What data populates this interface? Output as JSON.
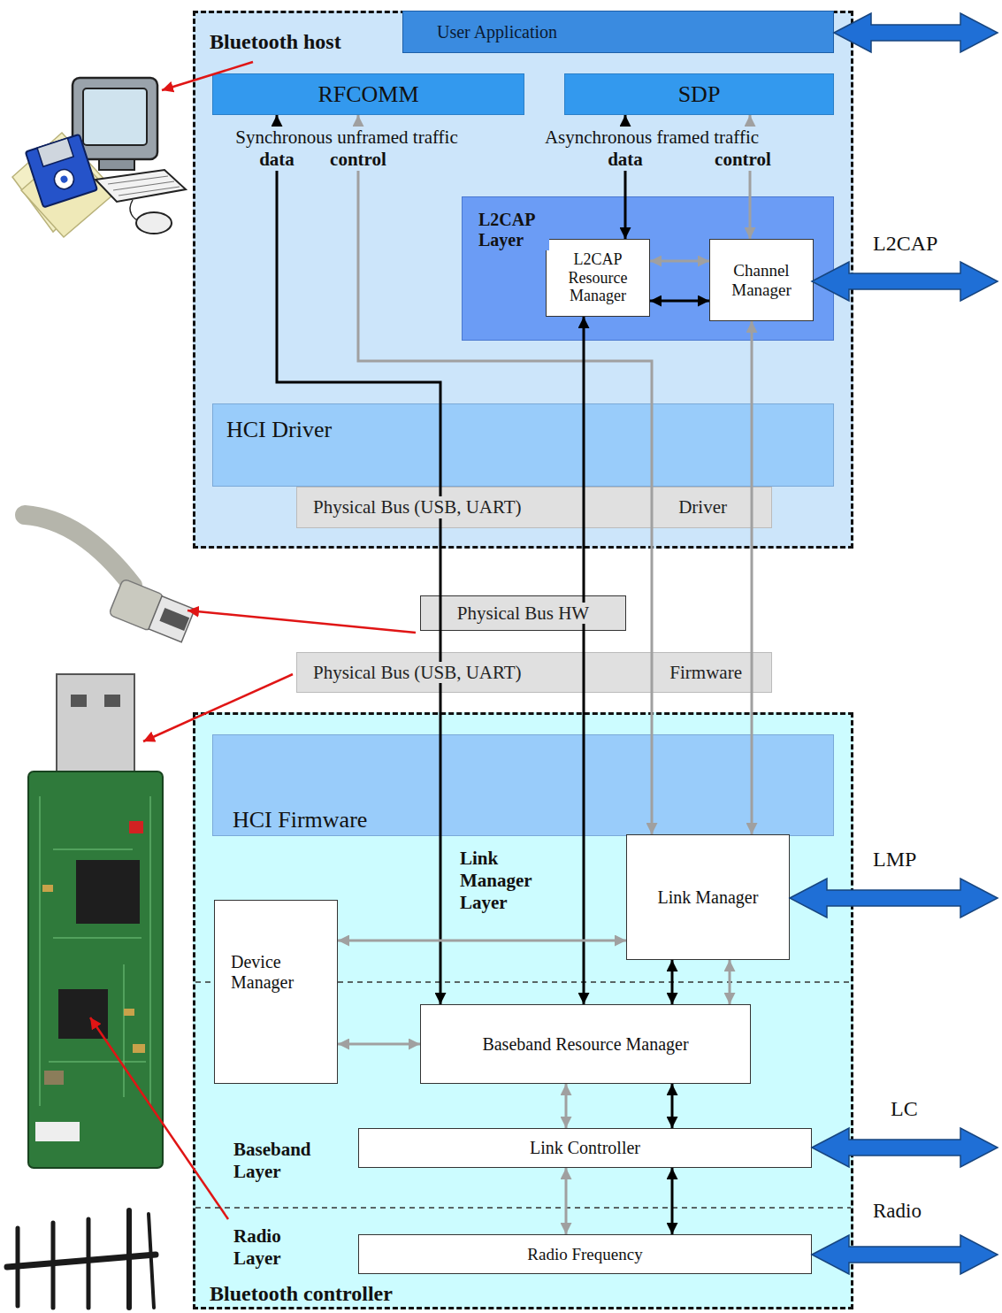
{
  "diagram": {
    "nodes": [
      {
        "text": [
          "Bluetooth host"
        ]
      },
      {
        "text": [
          "User Application"
        ],
        "in": 0
      },
      {
        "text": [
          "RFCOMM"
        ],
        "in": 0
      },
      {
        "text": [
          "SDP"
        ],
        "in": 0
      },
      {
        "text": [
          "L2CAP Layer"
        ],
        "in": 0
      },
      {
        "text": [
          "L2CAP Resource Manager"
        ],
        "in": 4
      },
      {
        "text": [
          "Channel Manager"
        ],
        "in": 4
      },
      {
        "text": [
          "HCI Driver"
        ],
        "in": 0
      },
      {
        "text": [
          "Physical Bus (USB, UART)",
          "Driver"
        ],
        "in": 0
      },
      {
        "text": [
          "Physical Bus HW"
        ]
      },
      {
        "text": [
          "Physical Bus (USB, UART)",
          "Firmware"
        ]
      },
      {
        "text": [
          "Bluetooth controller"
        ]
      },
      {
        "text": [
          "HCI Firmware"
        ],
        "in": 11
      },
      {
        "text": [
          "Device Manager"
        ],
        "in": 11
      },
      {
        "text": [
          "Link Manager"
        ],
        "in": 11
      },
      {
        "text": [
          "Baseband Resource Manager"
        ],
        "in": 11
      },
      {
        "text": [
          "Link Controller"
        ],
        "in": 11
      },
      {
        "text": [
          "Radio Frequency"
        ],
        "in": 11
      }
    ],
    "edges": [
      {
        "from": 2,
        "to": 15,
        "arrow": "both"
      },
      {
        "from": 2,
        "to": 14,
        "arrow": "both"
      },
      {
        "from": 3,
        "to": 5,
        "arrow": "both"
      },
      {
        "from": 3,
        "to": 6,
        "arrow": "both"
      },
      {
        "from": 5,
        "to": 6,
        "arrow": "both"
      },
      {
        "from": 5,
        "to": 6,
        "arrow": "both"
      },
      {
        "from": 5,
        "to": 15,
        "arrow": "both"
      },
      {
        "from": 6,
        "to": 14,
        "arrow": "both"
      },
      {
        "from": 13,
        "to": 14,
        "arrow": "both"
      },
      {
        "from": 13,
        "to": 15,
        "arrow": "both"
      },
      {
        "from": 14,
        "to": 15,
        "arrow": "both"
      },
      {
        "from": 14,
        "to": 15,
        "arrow": "both"
      },
      {
        "from": 15,
        "to": 16,
        "arrow": "both"
      },
      {
        "from": 15,
        "to": 16,
        "arrow": "both"
      },
      {
        "from": 16,
        "to": 17,
        "arrow": "both"
      },
      {
        "from": 16,
        "to": 17,
        "arrow": "both"
      }
    ],
    "labels": [
      "Synchronous unframed traffic",
      "data",
      "control",
      "Asynchronous framed traffic",
      "data",
      "control",
      "L2CAP",
      "Link Manager Layer",
      "LMP",
      "LC",
      "Baseband Layer",
      "Radio",
      "Radio Layer"
    ]
  }
}
